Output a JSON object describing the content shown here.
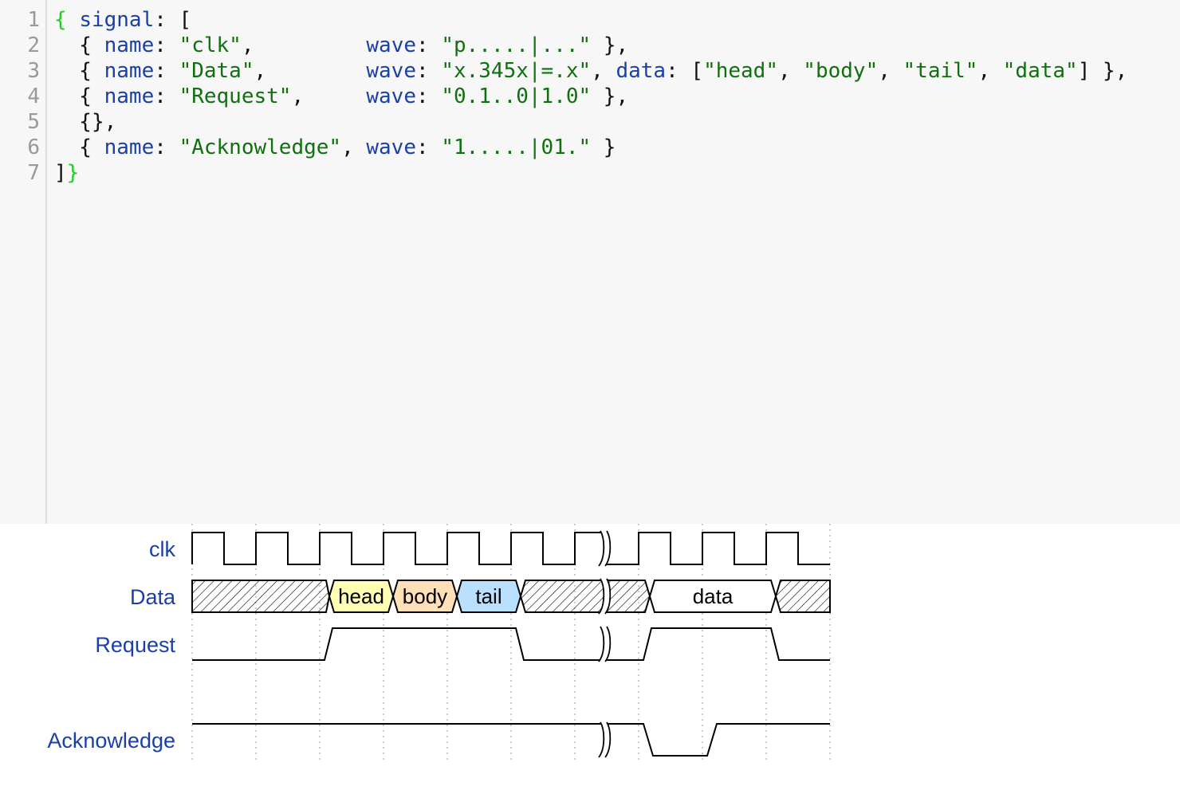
{
  "editor": {
    "line_numbers": [
      "1",
      "2",
      "3",
      "4",
      "5",
      "6",
      "7"
    ],
    "lines": [
      [
        {
          "t": "{ ",
          "c": "br"
        },
        {
          "t": "signal",
          "c": "k"
        },
        {
          "t": ": [",
          "c": "p"
        }
      ],
      [
        {
          "t": "  { ",
          "c": "p"
        },
        {
          "t": "name",
          "c": "k"
        },
        {
          "t": ": ",
          "c": "p"
        },
        {
          "t": "\"clk\"",
          "c": "s"
        },
        {
          "t": ",         ",
          "c": "p"
        },
        {
          "t": "wave",
          "c": "k"
        },
        {
          "t": ": ",
          "c": "p"
        },
        {
          "t": "\"p.....|...\"",
          "c": "s"
        },
        {
          "t": " },",
          "c": "p"
        }
      ],
      [
        {
          "t": "  { ",
          "c": "p"
        },
        {
          "t": "name",
          "c": "k"
        },
        {
          "t": ": ",
          "c": "p"
        },
        {
          "t": "\"Data\"",
          "c": "s"
        },
        {
          "t": ",        ",
          "c": "p"
        },
        {
          "t": "wave",
          "c": "k"
        },
        {
          "t": ": ",
          "c": "p"
        },
        {
          "t": "\"x.345x|=.x\"",
          "c": "s"
        },
        {
          "t": ", ",
          "c": "p"
        },
        {
          "t": "data",
          "c": "k"
        },
        {
          "t": ": [",
          "c": "p"
        },
        {
          "t": "\"head\"",
          "c": "s"
        },
        {
          "t": ", ",
          "c": "p"
        },
        {
          "t": "\"body\"",
          "c": "s"
        },
        {
          "t": ", ",
          "c": "p"
        },
        {
          "t": "\"tail\"",
          "c": "s"
        },
        {
          "t": ", ",
          "c": "p"
        },
        {
          "t": "\"data\"",
          "c": "s"
        },
        {
          "t": "] },",
          "c": "p"
        }
      ],
      [
        {
          "t": "  { ",
          "c": "p"
        },
        {
          "t": "name",
          "c": "k"
        },
        {
          "t": ": ",
          "c": "p"
        },
        {
          "t": "\"Request\"",
          "c": "s"
        },
        {
          "t": ",     ",
          "c": "p"
        },
        {
          "t": "wave",
          "c": "k"
        },
        {
          "t": ": ",
          "c": "p"
        },
        {
          "t": "\"0.1..0|1.0\"",
          "c": "s"
        },
        {
          "t": " },",
          "c": "p"
        }
      ],
      [
        {
          "t": "  {},",
          "c": "p"
        }
      ],
      [
        {
          "t": "  { ",
          "c": "p"
        },
        {
          "t": "name",
          "c": "k"
        },
        {
          "t": ": ",
          "c": "p"
        },
        {
          "t": "\"Acknowledge\"",
          "c": "s"
        },
        {
          "t": ", ",
          "c": "p"
        },
        {
          "t": "wave",
          "c": "k"
        },
        {
          "t": ": ",
          "c": "p"
        },
        {
          "t": "\"1.....|01.\"",
          "c": "s"
        },
        {
          "t": " }",
          "c": "p"
        }
      ],
      [
        {
          "t": "]",
          "c": "p"
        },
        {
          "t": "}",
          "c": "br"
        }
      ]
    ]
  },
  "waveform": {
    "signals": [
      "clk",
      "Data",
      "Request",
      "Acknowledge"
    ],
    "data_labels": [
      "head",
      "body",
      "tail",
      "data"
    ],
    "colors": {
      "label": "#1a3fa8",
      "head_fill": "#ffffb4",
      "body_fill": "#ffe0b9",
      "tail_fill": "#b9e0ff",
      "line": "#000000",
      "grid": "#bbbbbb"
    }
  }
}
